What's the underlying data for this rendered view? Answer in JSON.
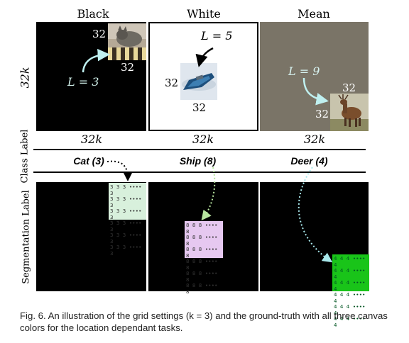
{
  "columns": [
    {
      "title": "Black",
      "thumb_label_x": "32",
      "thumb_label_y": "32",
      "l_label": "L = 3",
      "width_label": "32k",
      "class_label": "Cat (3)",
      "grid_digit": "3",
      "grid_color": "#d8f0dc"
    },
    {
      "title": "White",
      "thumb_label_x": "32",
      "thumb_label_y": "32",
      "l_label": "L = 5",
      "width_label": "32k",
      "class_label": "Ship (8)",
      "grid_digit": "8",
      "grid_color": "#e6c8f0"
    },
    {
      "title": "Mean",
      "thumb_label_x": "32",
      "thumb_label_y": "32",
      "l_label": "L = 9",
      "width_label": "32k",
      "class_label": "Deer (4)",
      "grid_digit": "4",
      "grid_color": "#19c419"
    }
  ],
  "height_label": "32k",
  "row_labels": {
    "class": "Class Label",
    "segmentation": "Segmentation Label"
  },
  "colors": {
    "mean_canvas": "#7a7467",
    "arrow_cyan": "#bff0f0",
    "arrow_green": "#b8e6a0"
  },
  "caption": "Fig. 6. An illustration of the grid settings (k = 3) and the ground-truth with all three canvas colors for the location dependant tasks."
}
